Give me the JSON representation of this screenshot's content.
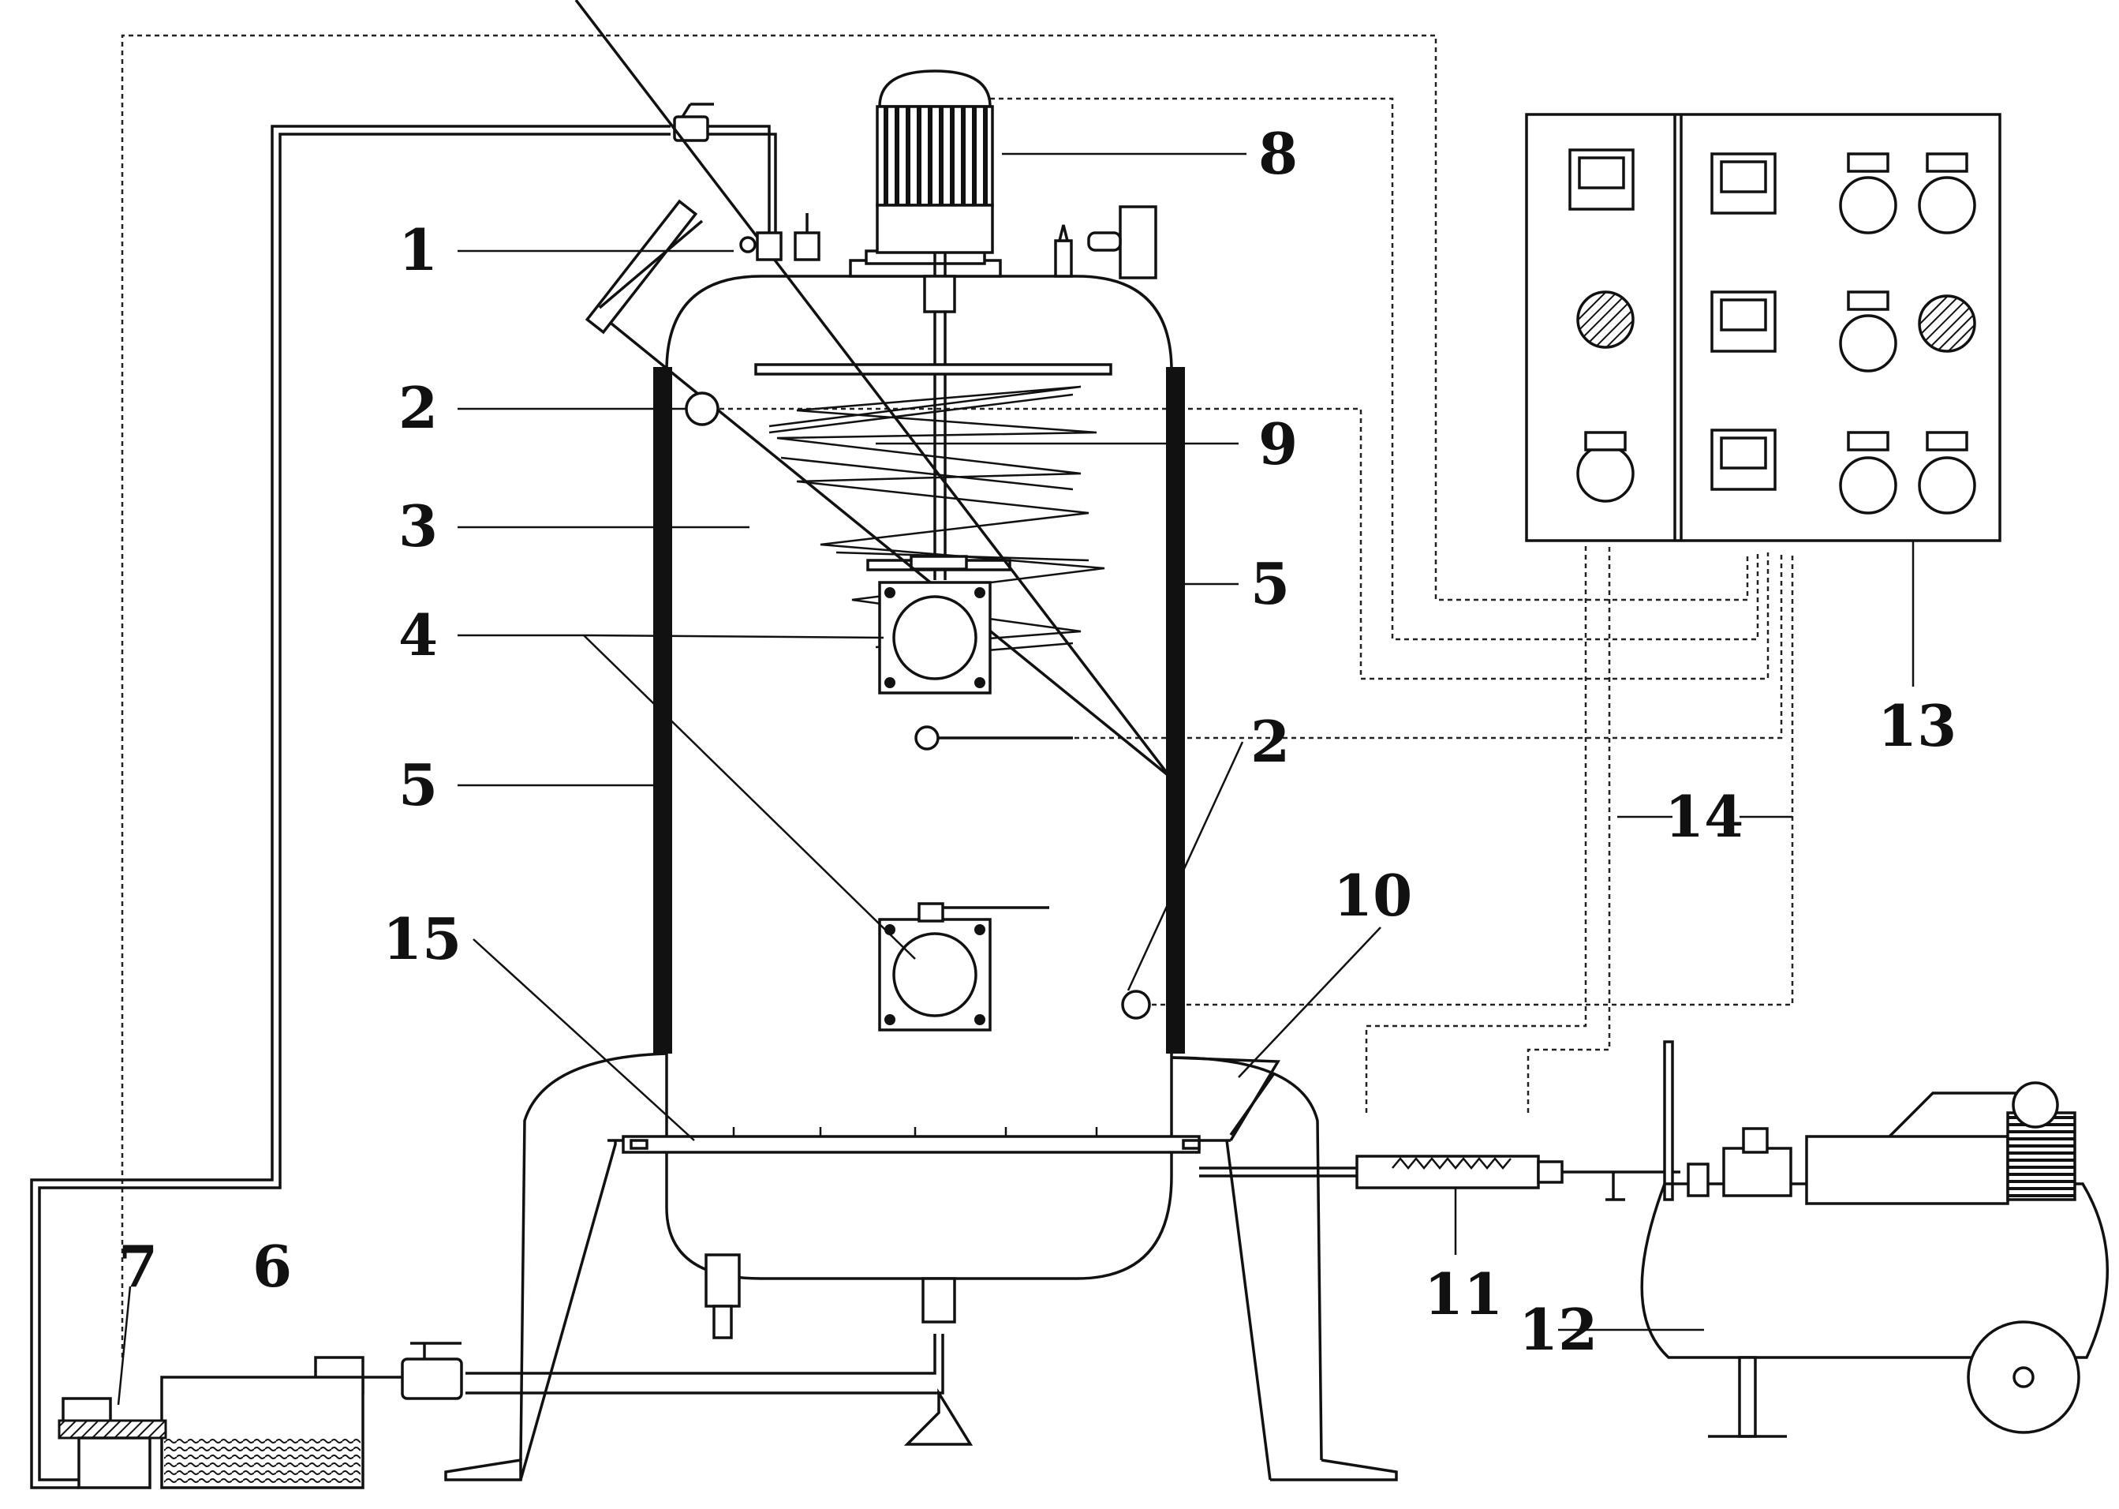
{
  "labels": {
    "l1": "1",
    "l2a": "2",
    "l2b": "2",
    "l3": "3",
    "l4": "4",
    "l5a": "5",
    "l5b": "5",
    "l6": "6",
    "l7": "7",
    "l8": "8",
    "l9": "9",
    "l10": "10",
    "l11": "11",
    "l12": "12",
    "l13": "13",
    "l14": "14",
    "l15": "15"
  },
  "colors": {
    "ink": "#111111",
    "background": "#ffffff"
  }
}
